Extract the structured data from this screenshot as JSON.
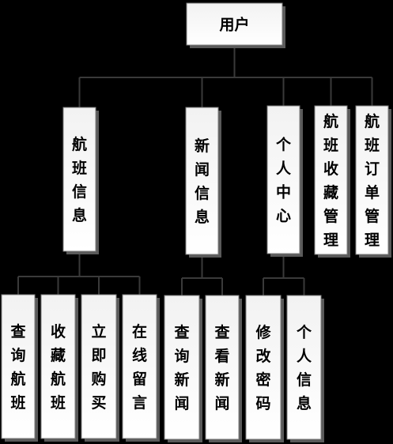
{
  "root": {
    "label": "用户"
  },
  "level1": [
    {
      "id": "flight-info",
      "label": "航班信息"
    },
    {
      "id": "news-info",
      "label": "新闻信息"
    },
    {
      "id": "personal-center",
      "label": "个人中心"
    },
    {
      "id": "flight-favorites",
      "label": "航班收藏管理"
    },
    {
      "id": "flight-orders",
      "label": "航班订单管理"
    }
  ],
  "level2": {
    "flight-info": [
      "查询航班",
      "收藏航班",
      "立即购买",
      "在线留言"
    ],
    "news-info": [
      "查询新闻",
      "查看新闻"
    ],
    "personal-center": [
      "修改密码",
      "个人信息"
    ]
  },
  "colors": {
    "background": "#000000",
    "box_top": "#f4f4f4",
    "box_bottom": "#ffffff",
    "border": "#7f7f7f",
    "connector": "#3a3a3a",
    "text": "#000000"
  }
}
